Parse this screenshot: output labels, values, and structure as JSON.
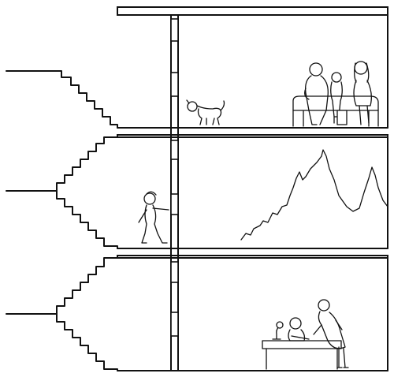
{
  "scene": {
    "floors": [
      "top-floor",
      "middle-floor",
      "bottom-floor"
    ],
    "line_color": "#111111",
    "background": "#ffffff"
  }
}
